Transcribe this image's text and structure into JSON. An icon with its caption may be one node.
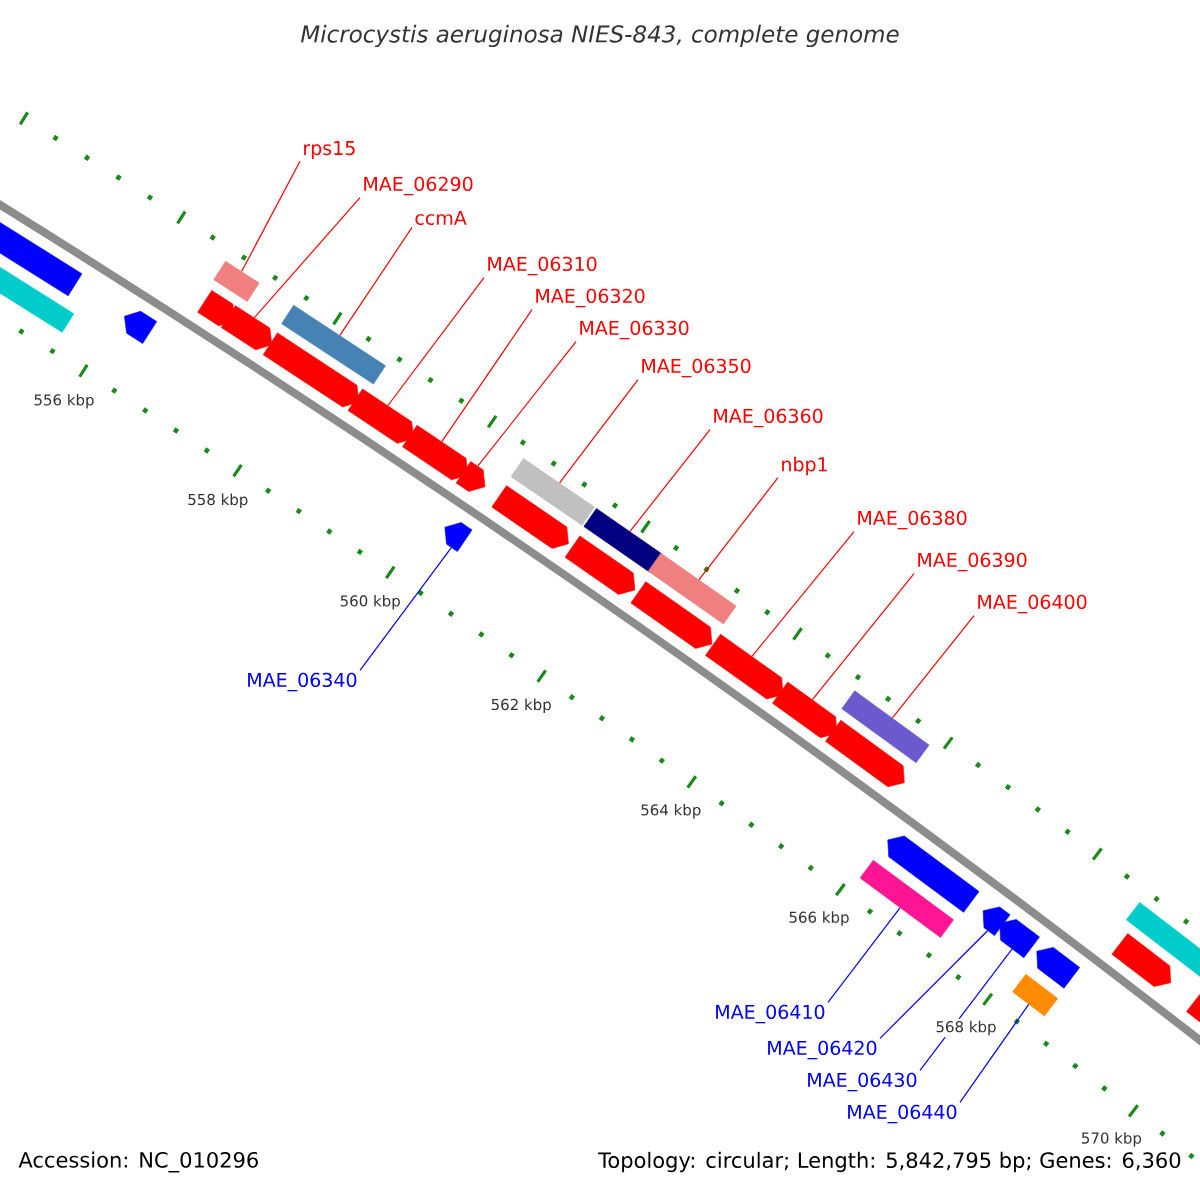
{
  "diagram": {
    "title": "Microcystis aeruginosa NIES-843, complete genome",
    "nodes": [
      {
        "text": [],
        "shape": "arrow"
      },
      {
        "text": [],
        "shape": "bar"
      },
      {
        "text": [],
        "shape": "arrow"
      },
      {
        "text": [],
        "shape": "arrow"
      },
      {
        "text": [],
        "shape": "bar"
      },
      {
        "text": [],
        "shape": "arrow"
      },
      {
        "text": [],
        "shape": "arrow"
      },
      {
        "text": [],
        "shape": "bar"
      },
      {
        "text": [],
        "shape": "arrow"
      },
      {
        "text": [],
        "shape": "arrow"
      },
      {
        "text": [],
        "shape": "arrow"
      },
      {
        "text": [],
        "shape": "arrow"
      },
      {
        "text": [],
        "shape": "arrow"
      },
      {
        "text": [],
        "shape": "bar"
      },
      {
        "text": [],
        "shape": "arrow"
      },
      {
        "text": [],
        "shape": "bar"
      },
      {
        "text": [],
        "shape": "arrow"
      },
      {
        "text": [],
        "shape": "bar"
      },
      {
        "text": [],
        "shape": "arrow"
      },
      {
        "text": [],
        "shape": "arrow"
      },
      {
        "text": [],
        "shape": "arrow"
      },
      {
        "text": [],
        "shape": "bar"
      },
      {
        "text": [],
        "shape": "arrow"
      },
      {
        "text": [],
        "shape": "bar"
      },
      {
        "text": [],
        "shape": "arrow"
      },
      {
        "text": [],
        "shape": "arrow"
      },
      {
        "text": [],
        "shape": "bar"
      },
      {
        "text": [],
        "shape": "arrow"
      },
      {
        "text": [],
        "shape": "arrow"
      },
      {
        "text": [],
        "shape": "bar"
      },
      {
        "text": [],
        "shape": "arrow"
      },
      {
        "text": [
          "rps15"
        ]
      },
      {
        "text": [
          "MAE_06290"
        ]
      },
      {
        "text": [
          "ccmA"
        ]
      },
      {
        "text": [
          "MAE_06310"
        ]
      },
      {
        "text": [
          "MAE_06320"
        ]
      },
      {
        "text": [
          "MAE_06330"
        ]
      },
      {
        "text": [
          "MAE_06340"
        ]
      },
      {
        "text": [
          "MAE_06350"
        ]
      },
      {
        "text": [
          "MAE_06360"
        ]
      },
      {
        "text": [
          "nbp1"
        ]
      },
      {
        "text": [
          "MAE_06380"
        ]
      },
      {
        "text": [
          "MAE_06390"
        ]
      },
      {
        "text": [
          "MAE_06400"
        ]
      },
      {
        "text": [
          "MAE_06410"
        ]
      },
      {
        "text": [
          "MAE_06420"
        ]
      },
      {
        "text": [
          "MAE_06430"
        ]
      },
      {
        "text": [
          "MAE_06440"
        ]
      }
    ],
    "edges": [
      {
        "from": 31,
        "to": 4,
        "arrow": "none"
      },
      {
        "from": 32,
        "to": 5,
        "arrow": "none"
      },
      {
        "from": 33,
        "to": 7,
        "arrow": "none"
      },
      {
        "from": 34,
        "to": 8,
        "arrow": "none"
      },
      {
        "from": 35,
        "to": 9,
        "arrow": "none"
      },
      {
        "from": 36,
        "to": 10,
        "arrow": "none"
      },
      {
        "from": 37,
        "to": 11,
        "arrow": "none",
        "color": "#0000ff"
      },
      {
        "from": 38,
        "to": 13,
        "arrow": "none"
      },
      {
        "from": 39,
        "to": 15,
        "arrow": "none"
      },
      {
        "from": 40,
        "to": 17,
        "arrow": "none"
      },
      {
        "from": 41,
        "to": 18,
        "arrow": "none"
      },
      {
        "from": 42,
        "to": 19,
        "arrow": "none"
      },
      {
        "from": 43,
        "to": 21,
        "arrow": "none"
      },
      {
        "from": 44,
        "to": 23,
        "arrow": "none",
        "color": "#0000ff"
      },
      {
        "from": 45,
        "to": 24,
        "arrow": "none",
        "color": "#0000ff"
      },
      {
        "from": 46,
        "to": 25,
        "arrow": "none",
        "color": "#0000ff"
      },
      {
        "from": 47,
        "to": 26,
        "arrow": "none",
        "color": "#0000ff"
      }
    ],
    "labels": [
      "556 kbp",
      "558 kbp",
      "560 kbp",
      "562 kbp",
      "564 kbp",
      "566 kbp",
      "568 kbp",
      "570 kbp",
      "Accession: NC_010296",
      "Topology: circular; Length: 5,842,795 bp; Genes: 6,360"
    ]
  }
}
